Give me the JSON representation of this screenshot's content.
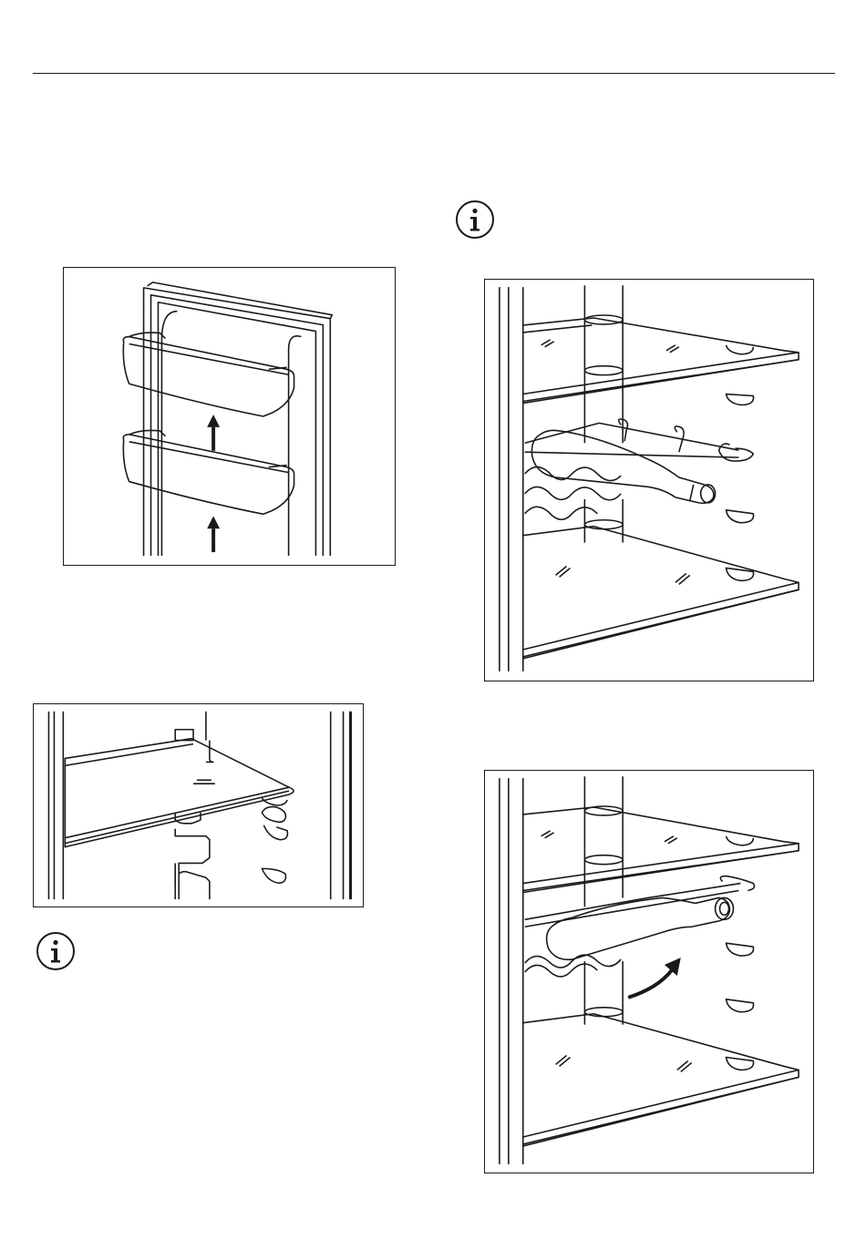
{
  "page": {
    "figures": [
      {
        "id": "door-balconies",
        "icon": "door-balcony-arrows-illustration"
      },
      {
        "id": "glass-shelf",
        "icon": "glass-shelf-supports-illustration"
      },
      {
        "id": "bottle-rack-installed",
        "icon": "bottle-rack-with-bottle-illustration"
      },
      {
        "id": "bottle-rack-tilted",
        "icon": "bottle-rack-tilt-arrow-illustration"
      }
    ],
    "info_icons": [
      "info-icon",
      "info-icon"
    ]
  }
}
